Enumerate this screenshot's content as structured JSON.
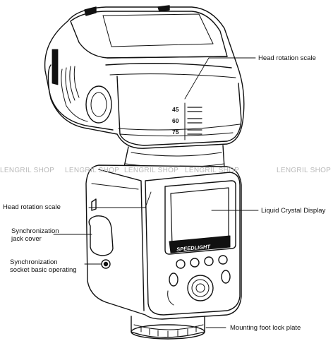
{
  "watermark": "LENGRIL SHOP",
  "device": {
    "brand_text": "SPEEDLIGHT",
    "scale_marks": [
      "45",
      "60",
      "75"
    ]
  },
  "labels": {
    "head_rotation_scale_right": "Head rotation scale",
    "head_rotation_scale_left": "Head rotation scale",
    "lcd": "Liquid Crystal Display",
    "sync_jack_line1": "Synchronization",
    "sync_jack_line2": "jack cover",
    "sync_socket_line1": "Synchronization",
    "sync_socket_line2": "socket basic operating",
    "foot_lock": "Mounting foot lock plate"
  }
}
